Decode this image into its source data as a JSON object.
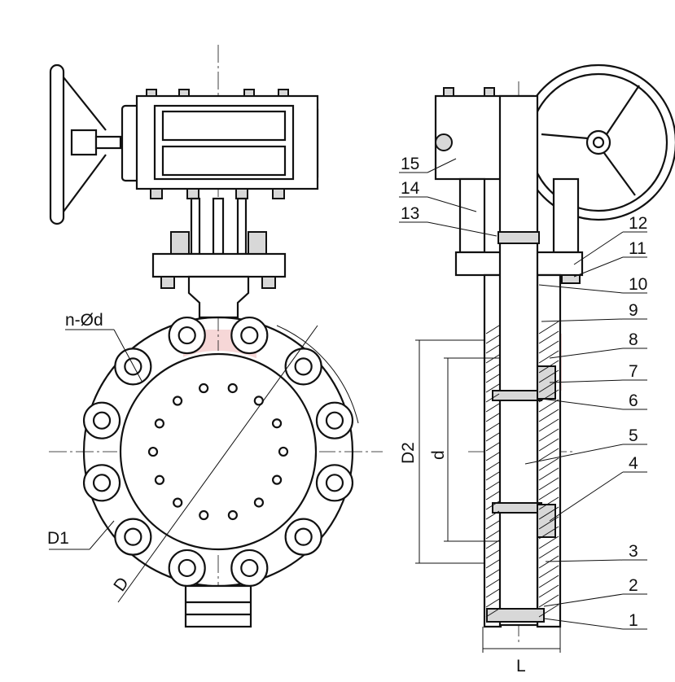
{
  "drawing": {
    "left_view_labels": {
      "bolt_holes": "n-Ød",
      "d1": "D1",
      "d": "D"
    },
    "right_view_labels": {
      "d2": "D2",
      "bore": "d",
      "length": "L"
    },
    "part_numbers": [
      "1",
      "2",
      "3",
      "4",
      "5",
      "6",
      "7",
      "8",
      "9",
      "10",
      "11",
      "12",
      "13",
      "14",
      "15"
    ],
    "colors": {
      "line": "#111111",
      "watermark": "#f2c6c6"
    }
  }
}
